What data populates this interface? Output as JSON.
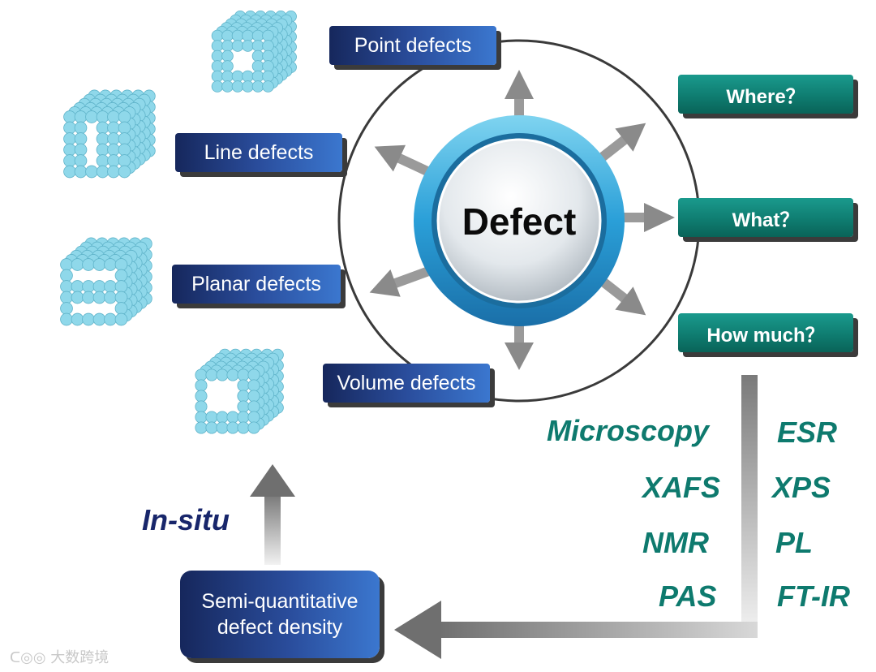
{
  "center": {
    "label": "Defect"
  },
  "defect_types": [
    {
      "label": "Point defects"
    },
    {
      "label": "Line defects"
    },
    {
      "label": "Planar defects"
    },
    {
      "label": "Volume defects"
    }
  ],
  "questions": [
    {
      "label": "Where？"
    },
    {
      "label": "What？"
    },
    {
      "label": "How much？"
    }
  ],
  "techniques": {
    "left": [
      "Microscopy",
      "XAFS",
      "NMR",
      "PAS"
    ],
    "right": [
      "ESR",
      "XPS",
      "PL",
      "FT-IR"
    ]
  },
  "in_situ": "In-situ",
  "result": {
    "line1": "Semi-quantitative",
    "line2": "defect density"
  },
  "watermark": "大数跨境",
  "colors": {
    "blue_dark": "#16275c",
    "blue_light": "#3b77cf",
    "teal": "#0e7a6e",
    "sphere": "#8fd8ea"
  },
  "icons": [
    "atom-lattice-cube-icon",
    "arrow-icon",
    "watermark-logo-icon"
  ]
}
